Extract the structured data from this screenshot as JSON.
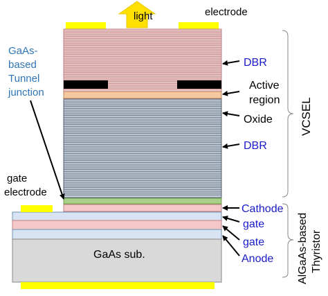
{
  "labels": {
    "light": "light",
    "electrode": "electrode",
    "tunnel_line1": "GaAs-",
    "tunnel_line2": "based",
    "tunnel_line3": "Tunnel",
    "tunnel_line4": "junction",
    "dbr_top": "DBR",
    "active_line1": "Active",
    "active_line2": "region",
    "oxide": "Oxide",
    "dbr_bottom": "DBR",
    "vcsel": "VCSEL",
    "gate_electrode_line1": "gate",
    "gate_electrode_line2": "electrode",
    "cathode": "Cathode",
    "gate1": "gate",
    "gate2": "gate",
    "anode": "Anode",
    "thyristor_line1": "AlGaAs-based",
    "thyristor_line2": "Thyristor",
    "substrate": "GaAs sub."
  },
  "colors": {
    "electrode": "#ffff00",
    "dbr_top_bg": "#e8c8c8",
    "dbr_top_line": "#c08080",
    "dbr_bottom_bg": "#c8d0dc",
    "dbr_bottom_line": "#506070",
    "active": "#f4c8a0",
    "green_layer": "#a8d088",
    "pink_layer": "#f4c8c8",
    "blue_layer": "#d8e4f4",
    "substrate": "#d9d9d9",
    "blue_text": "#1a1acc",
    "tunnel_text": "#2e75b6",
    "arrow": "#000000"
  }
}
